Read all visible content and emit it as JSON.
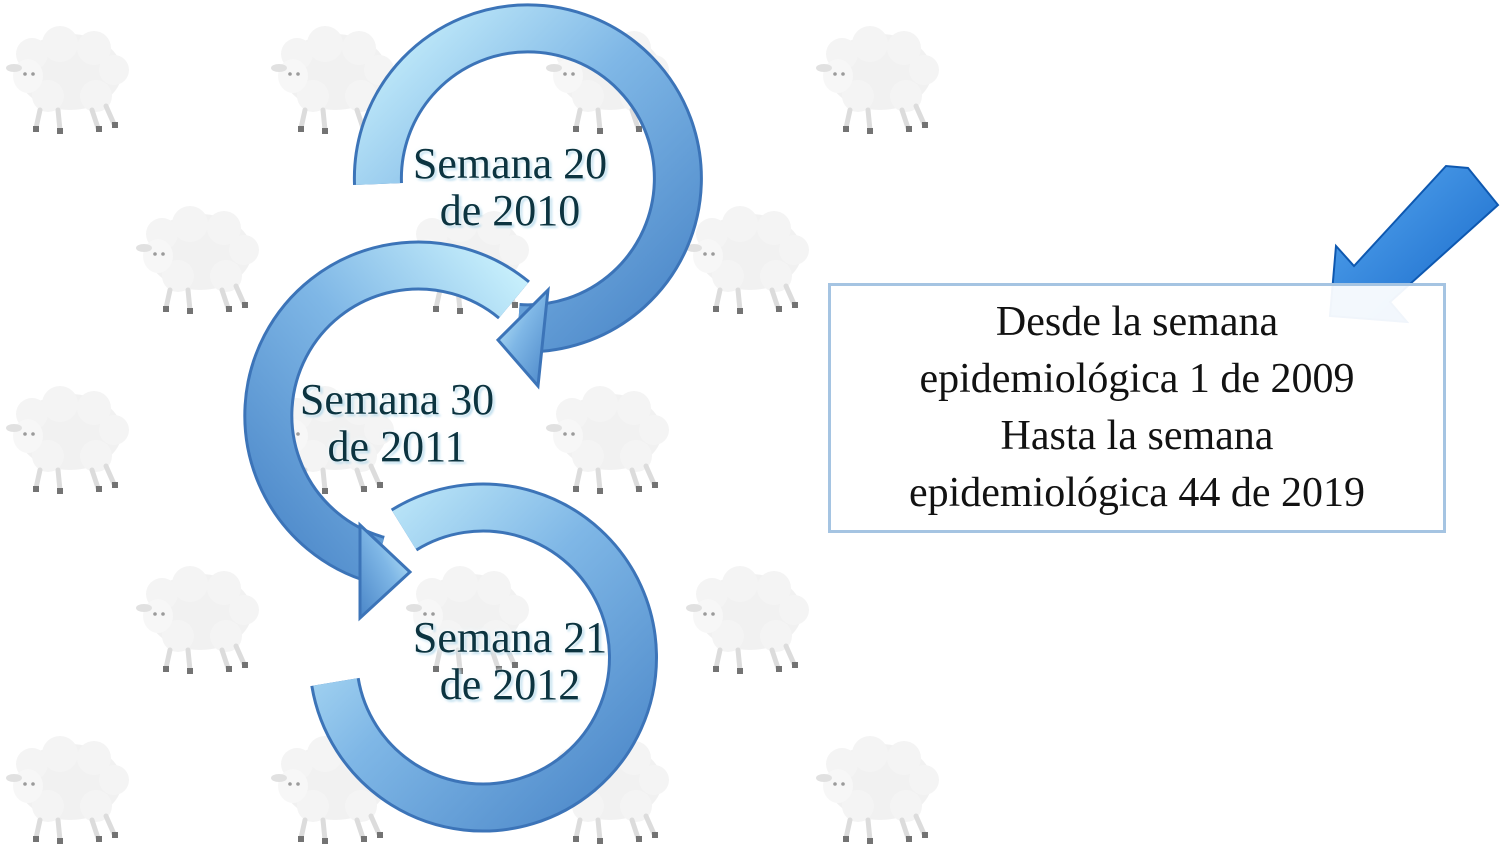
{
  "diagram": {
    "steps": [
      {
        "line1": "Semana 20",
        "line2": "de 2010"
      },
      {
        "line1": "Semana 30",
        "line2": "de 2011"
      },
      {
        "line1": "Semana 21",
        "line2": "de 2012"
      }
    ]
  },
  "info_box": {
    "lines": [
      "Desde la semana",
      "epidemiológica 1 de 2009",
      "Hasta la semana",
      "epidemiológica 44 de 2019"
    ]
  },
  "colors": {
    "arrow_light": "#c8f0fc",
    "arrow_mid": "#7fb7e6",
    "arrow_dark": "#4a86c8",
    "arrow_outline": "#3c74b8",
    "box_border": "#a5c4e2",
    "pointer_arrow": "#1e7be0",
    "label_text": "#0c3440"
  },
  "icons": [
    "sheep-icon",
    "circular-arrow-icon",
    "pointer-arrow-icon"
  ]
}
